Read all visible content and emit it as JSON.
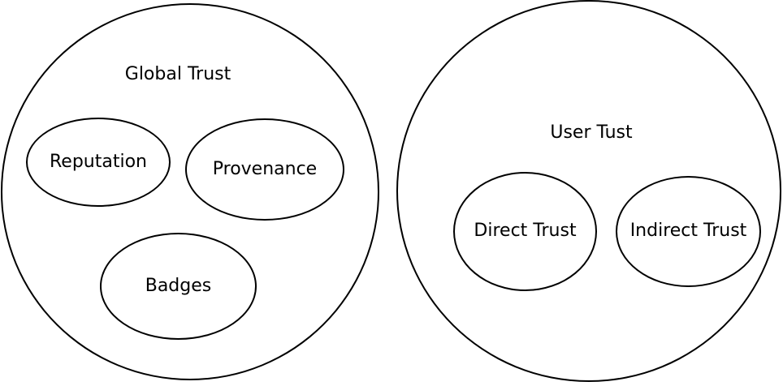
{
  "colors": {
    "background": "#ffffff",
    "stroke": "#000000",
    "text": "#000000"
  },
  "diagram": {
    "type": "venn-nested-sets",
    "sets": [
      {
        "label": "Global Trust",
        "children": [
          {
            "label": "Reputation"
          },
          {
            "label": "Provenance"
          },
          {
            "label": "Badges"
          }
        ]
      },
      {
        "label": "User Tust",
        "children": [
          {
            "label": "Direct Trust"
          },
          {
            "label": "Indirect Trust"
          }
        ]
      }
    ]
  }
}
